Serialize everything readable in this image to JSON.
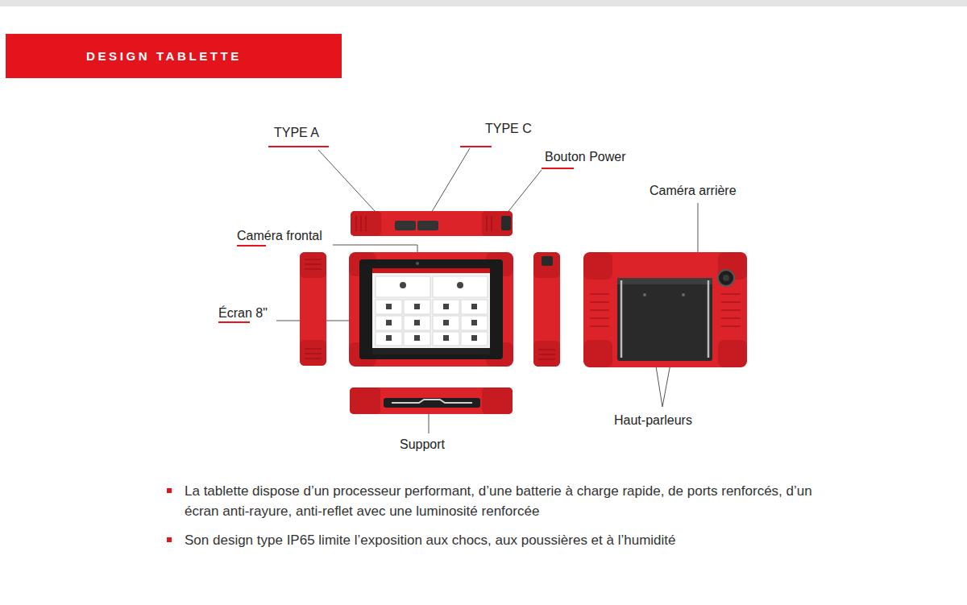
{
  "diagram": {
    "title": "DESIGN TABLETTE",
    "labels": [
      "TYPE A",
      "TYPE C",
      "Bouton Power",
      "Caméra arrière",
      "Caméra frontal",
      "Écran 8\"",
      "Haut-parleurs",
      "Support",
      "La tablette dispose d’un processeur performant, d’une batterie à charge rapide, de ports renforcés, d’un écran anti-rayure, anti-reflet avec une luminosité renforcée",
      "Son design type IP65 limite l’exposition aux chocs, aux poussières et à l’humidité"
    ]
  }
}
